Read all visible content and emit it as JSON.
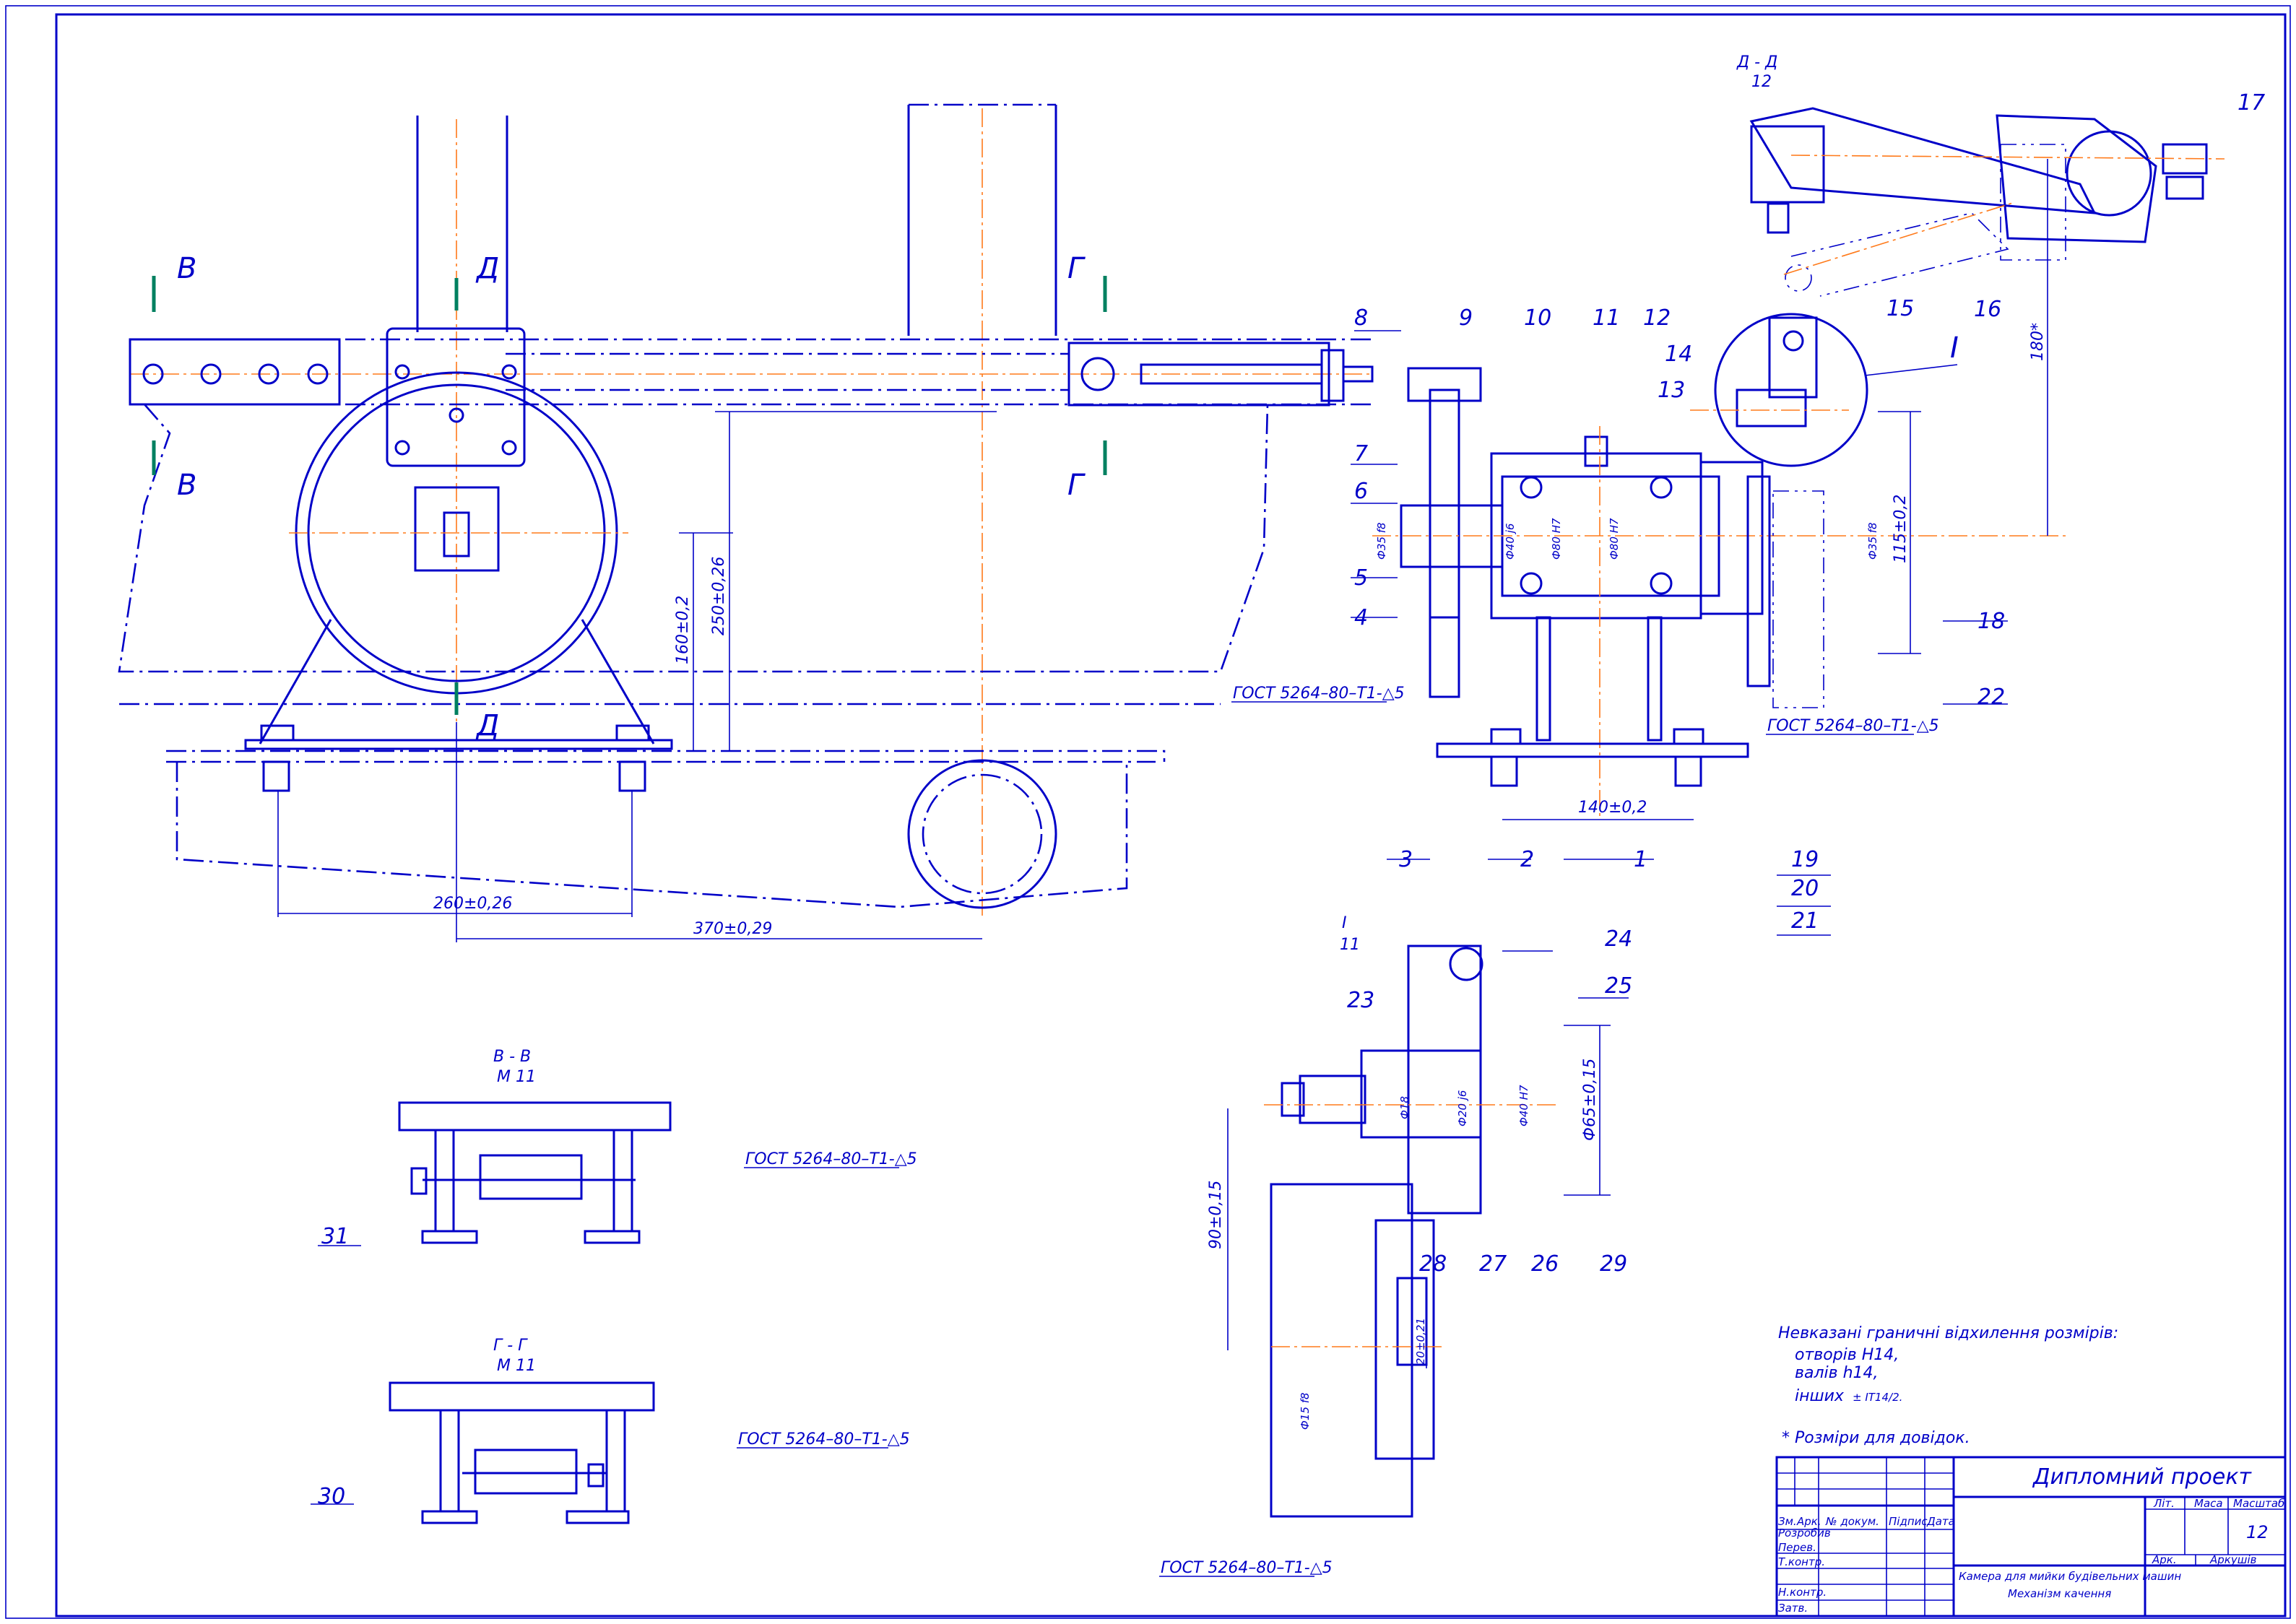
{
  "section_labels": {
    "vv": "В - В",
    "vv_scale": "М 11",
    "gg": "Г - Г",
    "gg_scale": "М 11",
    "dd": "Д - Д",
    "dd_scale": "12",
    "view1": "I",
    "view1_scale": "11",
    "cut_v": "В",
    "cut_g": "Г",
    "cut_d": "Д",
    "callout_i": "I"
  },
  "dimensions": {
    "d260": "260±0,26",
    "d370": "370±0,29",
    "d250": "250±0,26",
    "d140": "140±0,2",
    "d115": "115±0,2",
    "d180": "180*",
    "d160": "160±0,2",
    "d65": "Ф65±0,15",
    "d90": "90±0,15",
    "d20": "20±0,21",
    "d35_left": "Ф35 f8",
    "d40_left": "Ф40 j6",
    "d80a": "Ф80 H7",
    "d80b": "Ф80 H7",
    "d35_right": "Ф35 f8",
    "d18": "Ф18",
    "d20i": "Ф20 j6",
    "d40i": "Ф40 H7",
    "d15": "Ф15 f8"
  },
  "callouts": [
    "1",
    "2",
    "3",
    "4",
    "5",
    "6",
    "7",
    "8",
    "9",
    "10",
    "11",
    "12",
    "13",
    "14",
    "15",
    "16",
    "17",
    "18",
    "19",
    "20",
    "21",
    "22",
    "23",
    "24",
    "25",
    "26",
    "27",
    "28",
    "29",
    "30",
    "31"
  ],
  "weld_notes": {
    "w1": "ГОСТ 5264–80–Т1-△5",
    "w2": "ГОСТ 5264–80–Т1-△5",
    "w3": "ГОСТ 5264–80–Т1-△5",
    "w4": "ГОСТ 5264–80–Т1-△5",
    "w5": "ГОСТ 5264–80–Т1-△5"
  },
  "notes": {
    "line1": "Невказані граничні відхилення розмірів:",
    "line2": "отворів  H14,",
    "line3": "валів      h14,",
    "line4": "інших",
    "line4b": "± IT14/2.",
    "line5": "* Розміри для довідок."
  },
  "title_block": {
    "project": "Дипломний проект",
    "title_line1": "Камера для мийки будівельних машин",
    "title_line2": "Механізм качення",
    "col_zm": "Зм.",
    "col_ark": "Арк.",
    "col_doc": "№ докум.",
    "col_sign": "Підпис",
    "col_date": "Дата",
    "row_rozrob": "Розробив",
    "row_perev": "Перев.",
    "row_tkontr": "Т.контр.",
    "row_nkontr": "Н.контр.",
    "row_zatv": "Затв.",
    "lit": "Літ.",
    "masa": "Маса",
    "masshtab": "Масштаб",
    "scale_value": "12",
    "ark": "Арк.",
    "arkushiv": "Аркушів"
  }
}
